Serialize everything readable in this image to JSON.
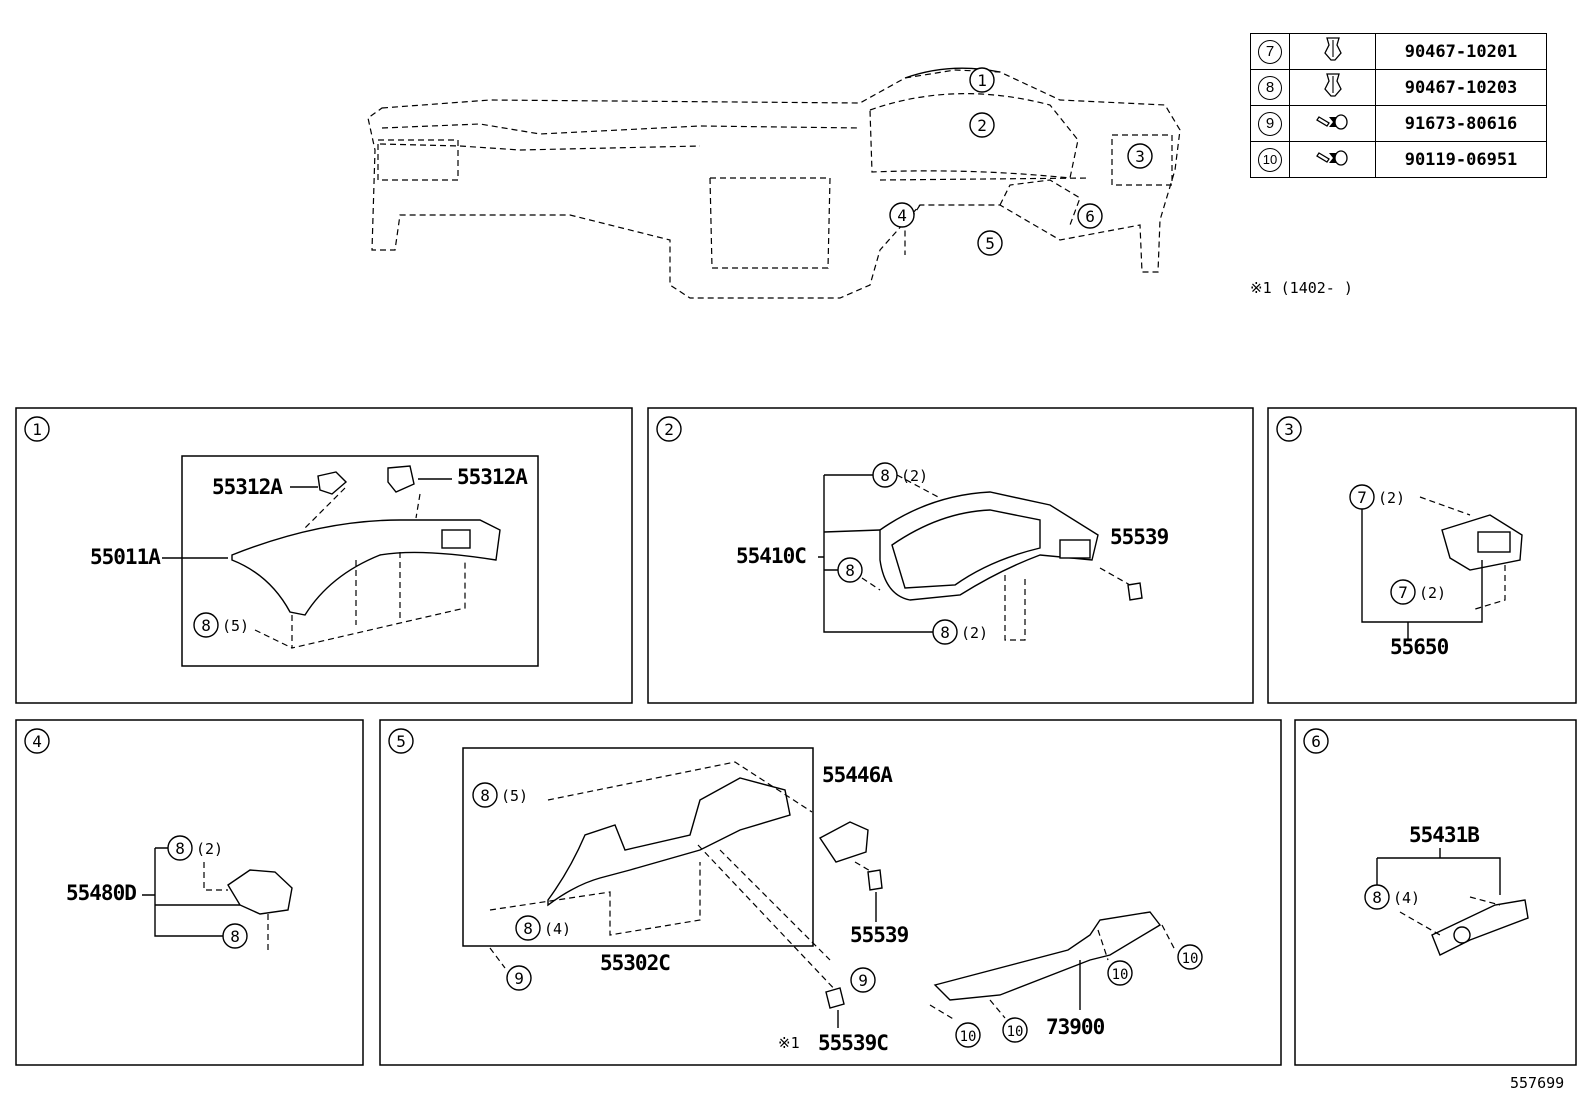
{
  "callouts": {
    "c1": "1",
    "c2": "2",
    "c3": "3",
    "c4": "4",
    "c5": "5",
    "c6": "6",
    "c7": "7",
    "c8": "8",
    "c9": "9",
    "c10": "10"
  },
  "fastener_table": [
    {
      "ref": "7",
      "icon": "clip-icon",
      "part": "90467-10201"
    },
    {
      "ref": "8",
      "icon": "clip-icon",
      "part": "90467-10203"
    },
    {
      "ref": "9",
      "icon": "bolt-icon",
      "part": "91673-80616"
    },
    {
      "ref": "10",
      "icon": "bolt-icon",
      "part": "90119-06951"
    }
  ],
  "notes": {
    "date_note": "※1 (1402-      )",
    "asterisk": "※1",
    "drawing_number": "557699"
  },
  "quantities": {
    "q2": "(2)",
    "q4": "(4)",
    "q5": "(5)"
  },
  "panels": {
    "p1": {
      "parts": {
        "a": "55312A",
        "b": "55312A",
        "c": "55011A"
      }
    },
    "p2": {
      "parts": {
        "a": "55410C",
        "b": "55539"
      }
    },
    "p3": {
      "parts": {
        "a": "55650"
      }
    },
    "p4": {
      "parts": {
        "a": "55480D"
      }
    },
    "p5": {
      "parts": {
        "a": "55446A",
        "b": "55539",
        "c": "55302C",
        "d": "55539C",
        "e": "73900"
      }
    },
    "p6": {
      "parts": {
        "a": "55431B"
      }
    }
  }
}
